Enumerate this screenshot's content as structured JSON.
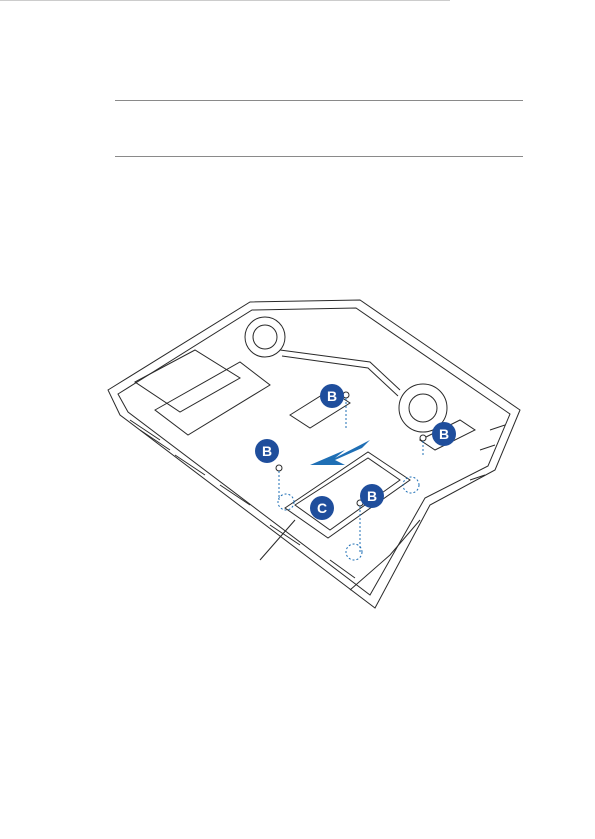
{
  "figure": {
    "callouts": [
      {
        "letter": "B"
      },
      {
        "letter": "B"
      },
      {
        "letter": "B"
      },
      {
        "letter": "B"
      },
      {
        "letter": "C"
      }
    ],
    "colors": {
      "callout_fill": "#1f4e9c",
      "callout_text": "#ffffff",
      "line_art": "#2a2a2a",
      "arrow_accent": "#1f6fb5"
    }
  }
}
